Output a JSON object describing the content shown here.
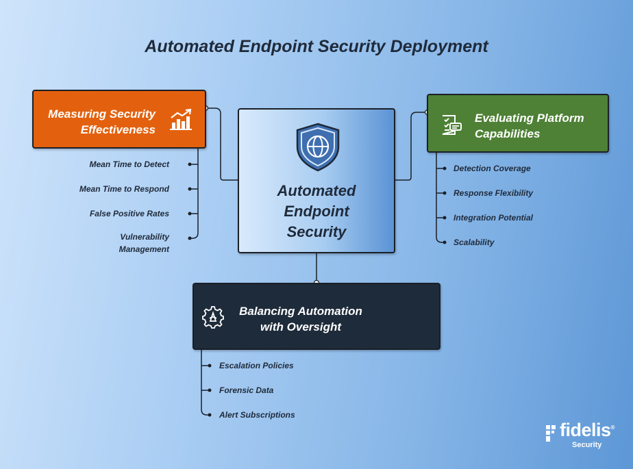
{
  "title": "Automated Endpoint Security Deployment",
  "center": {
    "label": "Automated\nEndpoint\nSecurity",
    "icon": "shield-globe-icon"
  },
  "measuring": {
    "label": "Measuring Security\nEffectiveness",
    "icon": "bar-chart-icon",
    "color": "#e3610e",
    "items": [
      "Mean Time to Detect",
      "Mean Time to Respond",
      "False Positive Rates",
      "Vulnerability\nManagement"
    ]
  },
  "evaluating": {
    "label": "Evaluating Platform\nCapabilities",
    "icon": "checklist-icon",
    "color": "#4e8136",
    "items": [
      "Detection Coverage",
      "Response Flexibility",
      "Integration Potential",
      "Scalability"
    ]
  },
  "balancing": {
    "label": "Balancing Automation\nwith Oversight",
    "icon": "gear-icon",
    "color": "#1e2b3a",
    "items": [
      "Escalation Policies",
      "Forensic Data",
      "Alert Subscriptions"
    ]
  },
  "logo": {
    "name": "fidelis",
    "sub": "Security",
    "trademark": "®"
  }
}
